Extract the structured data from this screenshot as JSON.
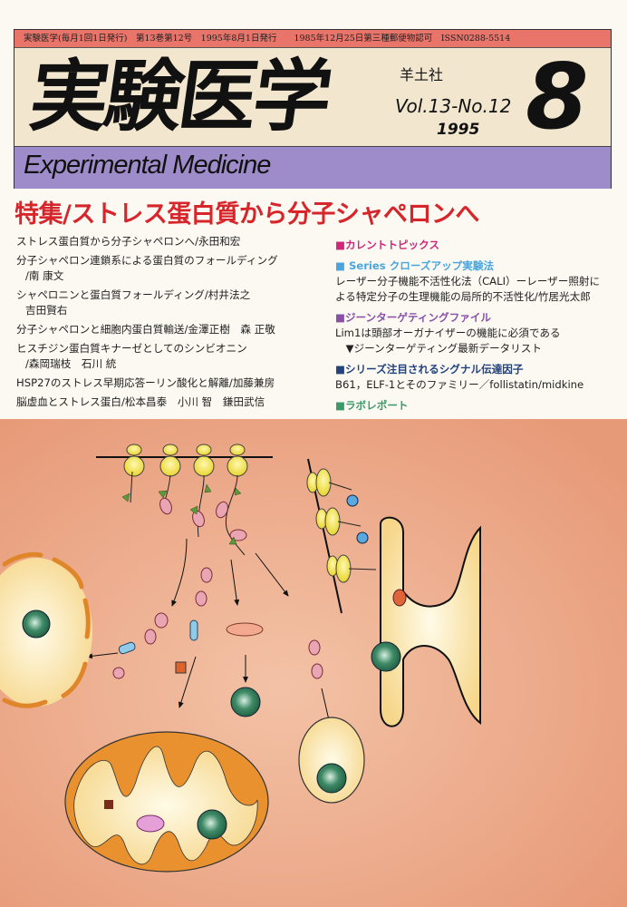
{
  "masthead": {
    "info_strip": "実験医学(毎月1回1日発行)　第13巻第12号　1995年8月1日発行　　1985年12月25日第三種郵便物認可　ISSN0288-5514",
    "title_ja": "実験医学",
    "publisher": "羊土社",
    "volume_issue": "Vol.13-No.12",
    "year": "1995",
    "month": "8",
    "title_en": "Experimental Medicine"
  },
  "feature_title": "特集/ストレス蛋白質から分子シャペロンへ",
  "toc": [
    {
      "title": "ストレス蛋白質から分子シャペロンへ/永田和宏"
    },
    {
      "title": "分子シャペロン連鎖系による蛋白質のフォールディング",
      "authors": "/南 康文"
    },
    {
      "title": "シャペロニンと蛋白質フォールディング/村井法之",
      "authors": "吉田賢右"
    },
    {
      "title": "分子シャペロンと細胞内蛋白質輸送/金澤正樹　森 正敬"
    },
    {
      "title": "ヒスチジン蛋白質キナーゼとしてのシンビオニン",
      "authors": "/森岡瑞枝　石川 統"
    },
    {
      "title": "HSP27のストレス早期応答ーリン酸化と解離/加藤兼房"
    },
    {
      "title": "脳虚血とストレス蛋白/松本昌泰　小川 智　鎌田武信"
    }
  ],
  "sections": [
    {
      "heading": "■カレントトピックス",
      "color": "#d2267a",
      "lines": []
    },
    {
      "heading": "■ Series クローズアップ実験法",
      "color": "#4aa6dc",
      "lines": [
        "レーザー分子機能不活性化法（CALI）ーレーザー照射に",
        "よる特定分子の生理機能の局所的不活性化/竹居光太郎"
      ]
    },
    {
      "heading": "■ジーンターゲティングファイル",
      "color": "#8a4fa8",
      "lines": [
        "Lim1は頭部オーガナイザーの機能に必須である",
        "　▼ジーンターゲティング最新データリスト"
      ]
    },
    {
      "heading": "■シリーズ注目されるシグナル伝達因子",
      "color": "#23437e",
      "lines": [
        "B61，ELF-1とそのファミリー／follistatin/midkine"
      ]
    },
    {
      "heading": "■ラボレポート",
      "color": "#3c9a6a",
      "lines": []
    }
  ],
  "colors": {
    "strip": "#e8746a",
    "title_bg": "#f2e6cf",
    "purple_band": "#9e8bc9",
    "feature_red": "#d6262c",
    "illustration_bg": "#e9a07f"
  }
}
